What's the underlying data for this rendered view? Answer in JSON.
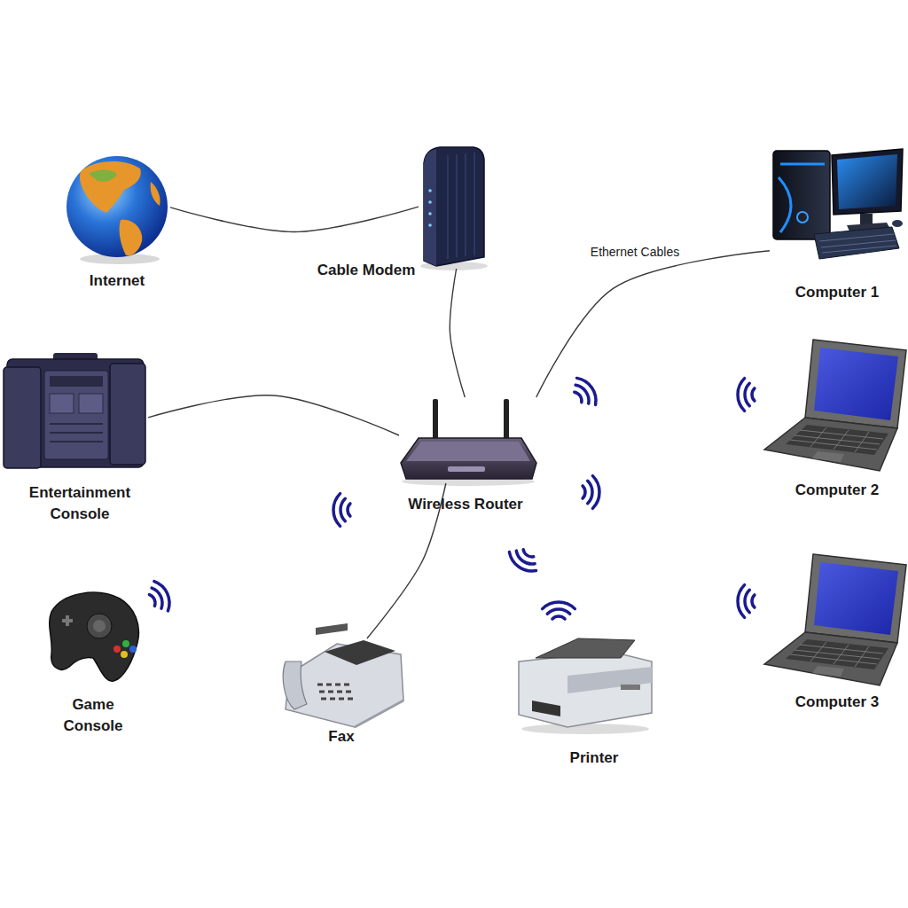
{
  "diagram": {
    "nodes": [
      {
        "text": [
          "Internet"
        ]
      },
      {
        "text": [
          "Cable Modem"
        ]
      },
      {
        "text": [
          "Computer 1"
        ]
      },
      {
        "text": [
          "Computer 2"
        ]
      },
      {
        "text": [
          "Entertainment Console"
        ]
      },
      {
        "text": [
          "Wireless Router"
        ]
      },
      {
        "text": [
          "Game Console"
        ]
      },
      {
        "text": [
          "Fax"
        ]
      },
      {
        "text": [
          "Printer"
        ]
      },
      {
        "text": [
          "Computer 3"
        ]
      }
    ],
    "edges": [
      {
        "from": 0,
        "to": 1,
        "arrow": "none"
      },
      {
        "from": 1,
        "to": 5,
        "arrow": "none"
      },
      {
        "from": 5,
        "to": 2,
        "label": "Ethernet Cables",
        "arrow": "none"
      },
      {
        "from": 4,
        "to": 5,
        "arrow": "none"
      },
      {
        "from": 5,
        "to": 7,
        "arrow": "none"
      }
    ]
  }
}
